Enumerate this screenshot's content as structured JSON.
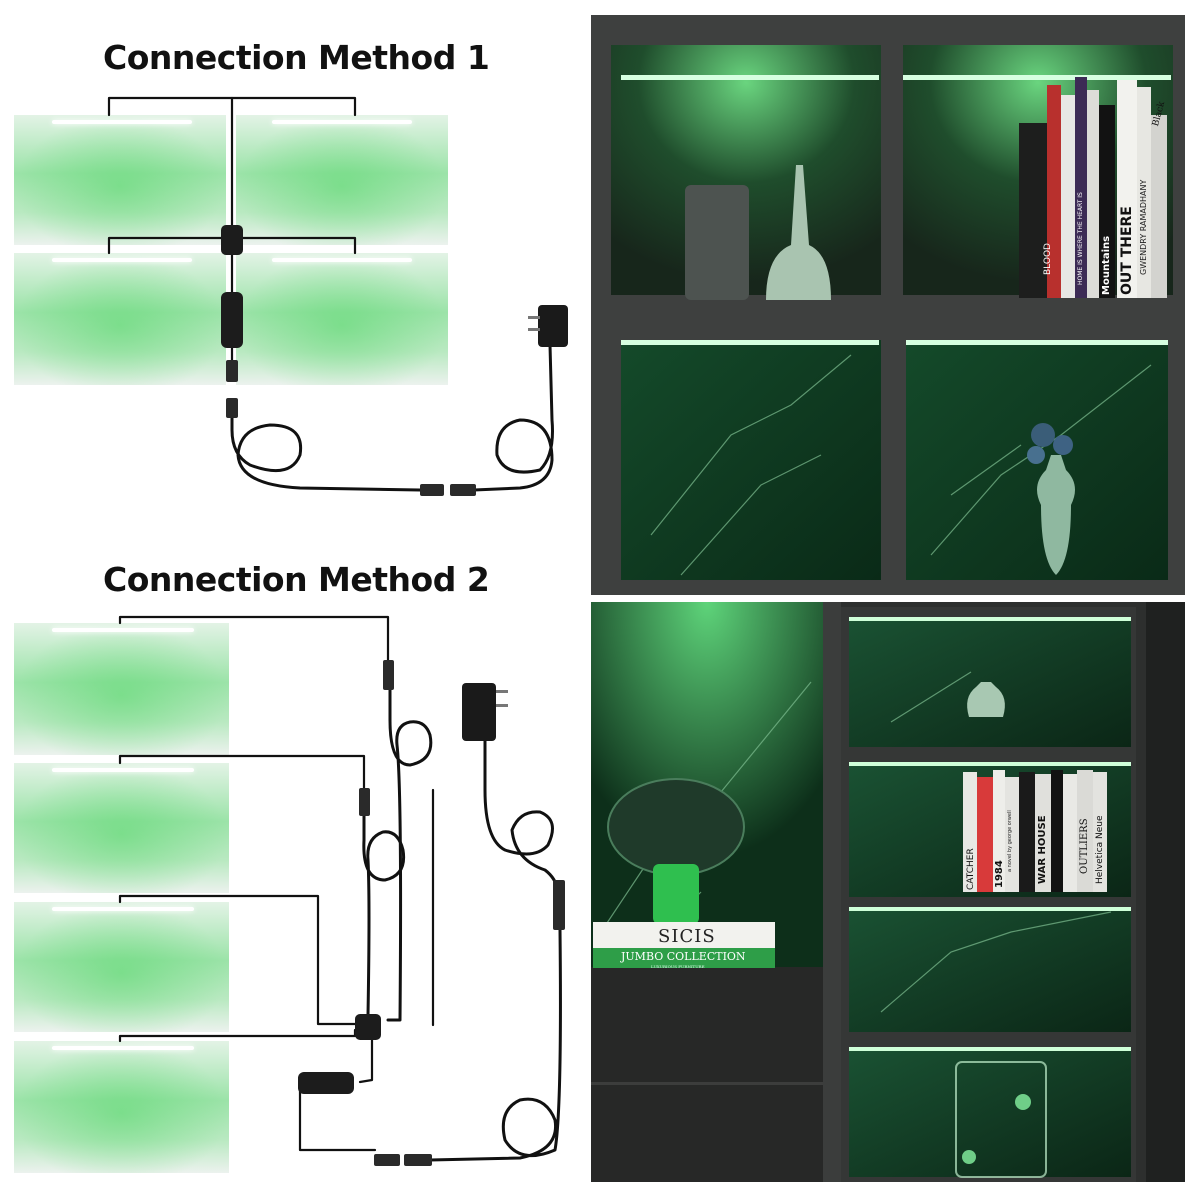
{
  "method1": {
    "title": "Connection Method 1"
  },
  "method2": {
    "title": "Connection Method 2"
  },
  "photo": {
    "book_spines_top": [
      "BLOOD",
      "HOME IS WHERE THE HEART IS",
      "Mountains",
      "OUT THERE",
      "GWENDRY RAMADHANY",
      "Black"
    ],
    "book_spines_bottom": [
      "CATCHER",
      "1984",
      "a novel by george orwell",
      "WAR HOUSE",
      "OUTLIERS",
      "Helvetica Neue"
    ],
    "box_brand": "SICIS",
    "box_subtitle": "JUMBO COLLECTION",
    "box_tagline": "LUXURIOUS FURNITURE"
  },
  "colors": {
    "accent_green": "#5ddc72",
    "cabinet": "#3a3c3b",
    "marble": "#0f3a22"
  }
}
